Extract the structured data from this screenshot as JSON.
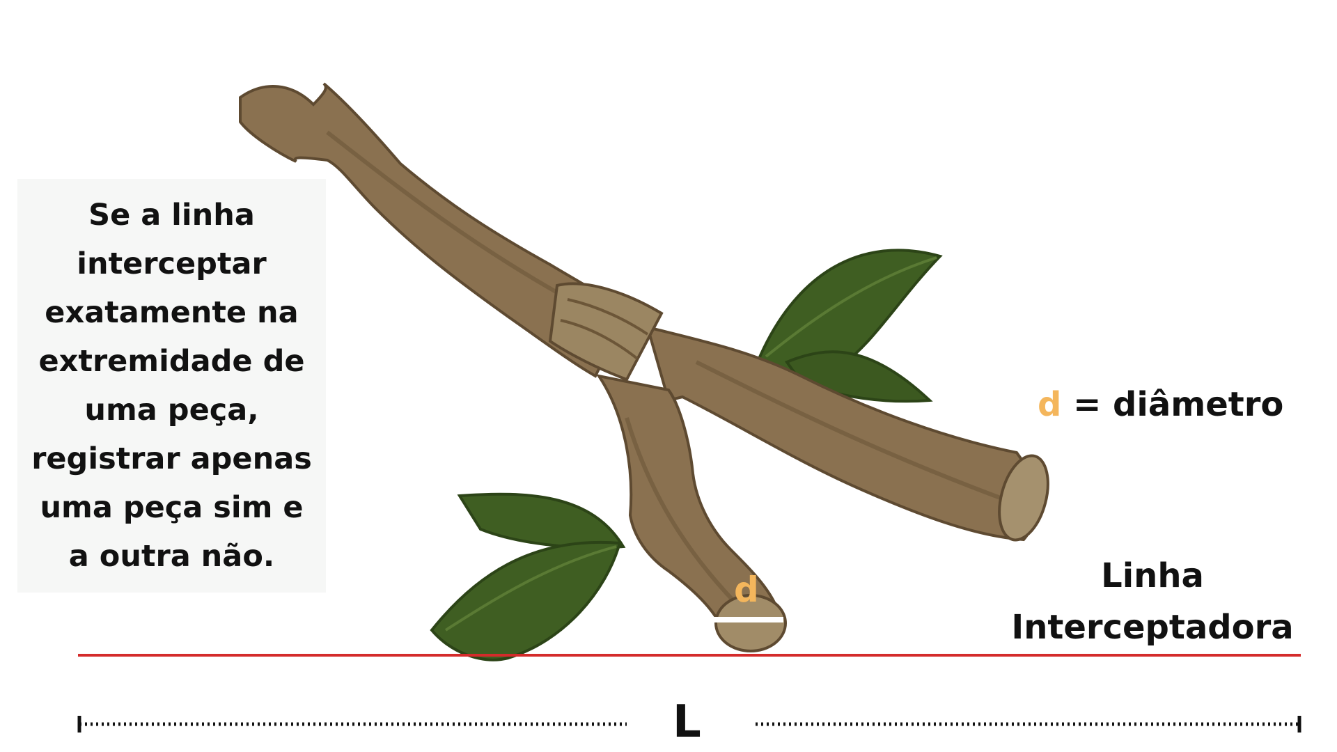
{
  "note": {
    "lines": [
      "Se a linha",
      "interceptar",
      "exatamente na",
      "extremidade de",
      "uma peça,",
      "registrar apenas",
      "uma peça sim e",
      "a outra não."
    ]
  },
  "legend": {
    "symbol": "d",
    "definition": "= diâmetro"
  },
  "stick_label": "d",
  "intercept_line": {
    "label_line1": "Linha",
    "label_line2": "Interceptadora",
    "color": "#d42b2b"
  },
  "length_label": "L",
  "colors": {
    "accent": "#f4b65c",
    "wood": "#8a7150",
    "wood_dark": "#5e4a31",
    "leaf": "#3f5e22",
    "leaf_dark": "#2c4417"
  },
  "icons": [
    "wooden-branch-illustration",
    "leaf-icon"
  ]
}
